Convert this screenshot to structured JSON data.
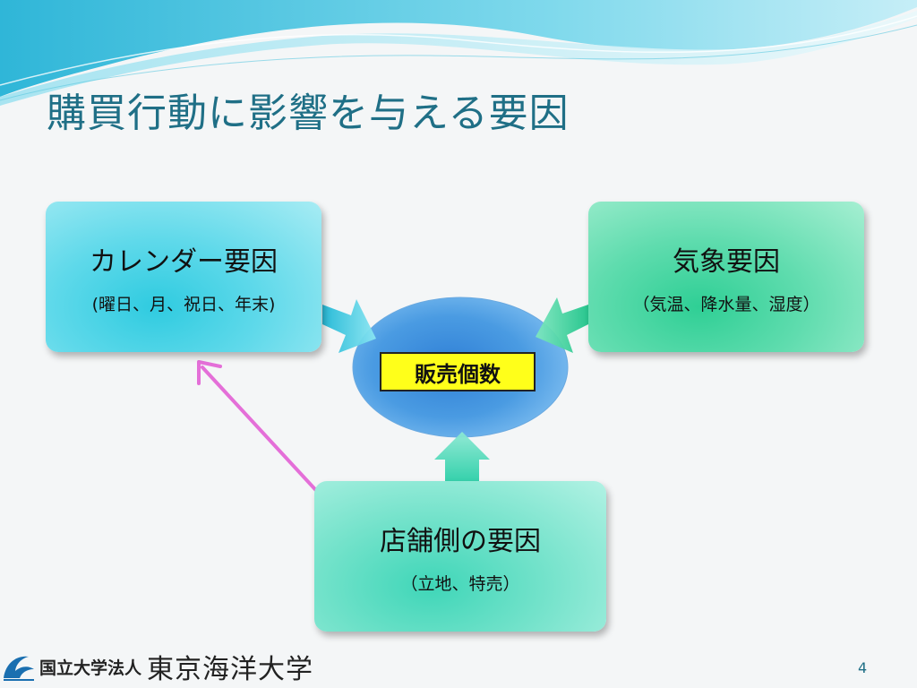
{
  "slide": {
    "title": "購買行動に影響を与える要因",
    "page_number": "4"
  },
  "boxes": {
    "calendar": {
      "heading": "カレンダー要因",
      "detail": "(曜日、月、祝日、年末)"
    },
    "weather": {
      "heading": "気象要因",
      "detail": "（気温、降水量、湿度）"
    },
    "store": {
      "heading": "店舗側の要因",
      "detail": "（立地、特売）"
    }
  },
  "center": {
    "label": "販売個数"
  },
  "footer": {
    "prefix": "国立大学法人",
    "university": "東京海洋大学"
  },
  "colors": {
    "title": "#1f6f86",
    "center_ellipse": "#3a8fdc",
    "highlight": "#ffff1a",
    "pink_arrow": "#e46fd8"
  }
}
